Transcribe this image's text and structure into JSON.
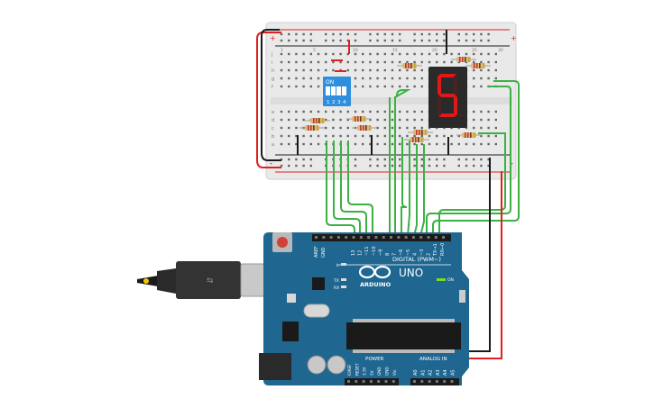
{
  "breadboard": {
    "rail_plus": "+",
    "rail_minus": "-",
    "row_letters_top": [
      "j",
      "i",
      "h",
      "g",
      "f"
    ],
    "row_letters_bottom": [
      "e",
      "d",
      "c",
      "b",
      "a"
    ],
    "column_numbers": [
      "1",
      "5",
      "10",
      "15",
      "20",
      "25",
      "30"
    ]
  },
  "dip_switch": {
    "on_label": "ON",
    "numbers": [
      "1",
      "2",
      "3",
      "4"
    ]
  },
  "seven_segment": {
    "digit": "5",
    "color": "#e01818"
  },
  "arduino": {
    "brand": "ARDUINO",
    "model": "UNO",
    "on_label": "ON",
    "led_l": "L",
    "led_tx": "TX",
    "led_rx": "RX",
    "digital_label": "DIGITAL (PWM~)",
    "aref": "AREF",
    "gnd_top": "GND",
    "digital_pins": [
      "13",
      "12",
      "~11",
      "~10",
      "~9",
      "8",
      "7",
      "~6",
      "~5",
      "4",
      "~3",
      "2",
      "TX→1",
      "RX←0"
    ],
    "power_label": "POWER",
    "power_pins": [
      "IOREF",
      "RESET",
      "3.3V",
      "5V",
      "GND",
      "GND",
      "Vin"
    ],
    "analog_label": "ANALOG IN",
    "analog_pins": [
      "A0",
      "A1",
      "A2",
      "A3",
      "A4",
      "A5"
    ],
    "board_color": "#1f6690"
  },
  "wire_colors": {
    "green": "#3cb043",
    "red": "#e02020",
    "black": "#1a1a1a"
  }
}
